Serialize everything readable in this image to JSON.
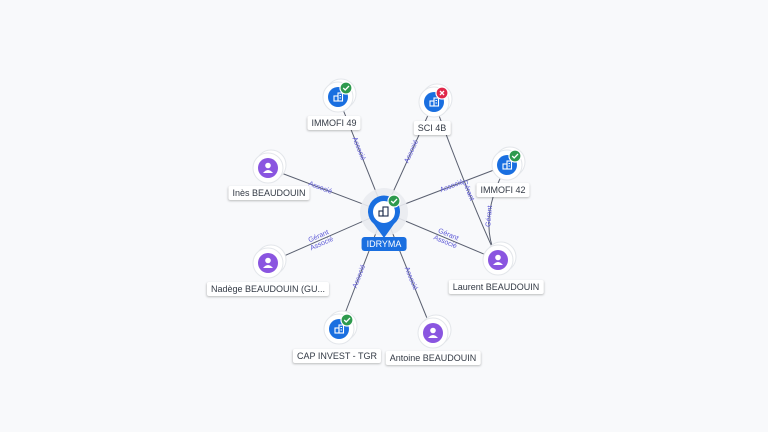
{
  "colors": {
    "company": "#1a6fe0",
    "person": "#8a55e0",
    "status_ok": "#2e9a4e",
    "status_closed": "#e0284a",
    "edge_label": "#5b57d6",
    "edge": "#5a6070"
  },
  "center": {
    "label": "IDRYMA",
    "icon": "buildings-icon",
    "status": "ok"
  },
  "nodes": [
    {
      "key": "immofi49",
      "label": "IMMOFI 49",
      "kind": "company",
      "status": "ok",
      "icon": "buildings-icon"
    },
    {
      "key": "sci4b",
      "label": "SCI 4B",
      "kind": "company",
      "status": "closed",
      "icon": "buildings-icon"
    },
    {
      "key": "ines",
      "label": "Inès BEAUDOUIN",
      "kind": "person",
      "icon": "user-icon"
    },
    {
      "key": "immofi42",
      "label": "IMMOFI 42",
      "kind": "company",
      "status": "ok",
      "icon": "buildings-icon"
    },
    {
      "key": "nadege",
      "label": "Nadège BEAUDOUIN (GU...",
      "kind": "person",
      "icon": "user-icon"
    },
    {
      "key": "laurent",
      "label": "Laurent BEAUDOUIN",
      "kind": "person",
      "icon": "user-icon"
    },
    {
      "key": "capinvest",
      "label": "CAP INVEST - TGR",
      "kind": "company",
      "status": "ok",
      "icon": "buildings-icon"
    },
    {
      "key": "antoine",
      "label": "Antoine BEAUDOUIN",
      "kind": "person",
      "icon": "user-icon"
    }
  ],
  "edges": [
    {
      "from": "immofi49",
      "to": "center",
      "labels": [
        "Associé"
      ]
    },
    {
      "from": "sci4b",
      "to": "center",
      "labels": [
        "Associé"
      ]
    },
    {
      "from": "ines",
      "to": "center",
      "labels": [
        "Associé"
      ]
    },
    {
      "from": "immofi42",
      "to": "center",
      "labels": [
        "Associé"
      ]
    },
    {
      "from": "nadege",
      "to": "center",
      "labels": [
        "Gérant",
        "Associé"
      ]
    },
    {
      "from": "laurent",
      "to": "center",
      "labels": [
        "Gérant",
        "Associé"
      ]
    },
    {
      "from": "capinvest",
      "to": "center",
      "labels": [
        "Associé"
      ]
    },
    {
      "from": "antoine",
      "to": "center",
      "labels": [
        "Associé"
      ]
    },
    {
      "from": "laurent",
      "to": "sci4b",
      "labels": [
        "Gérant"
      ]
    },
    {
      "from": "laurent",
      "to": "immofi42",
      "labels": [
        "Gérant"
      ]
    }
  ]
}
